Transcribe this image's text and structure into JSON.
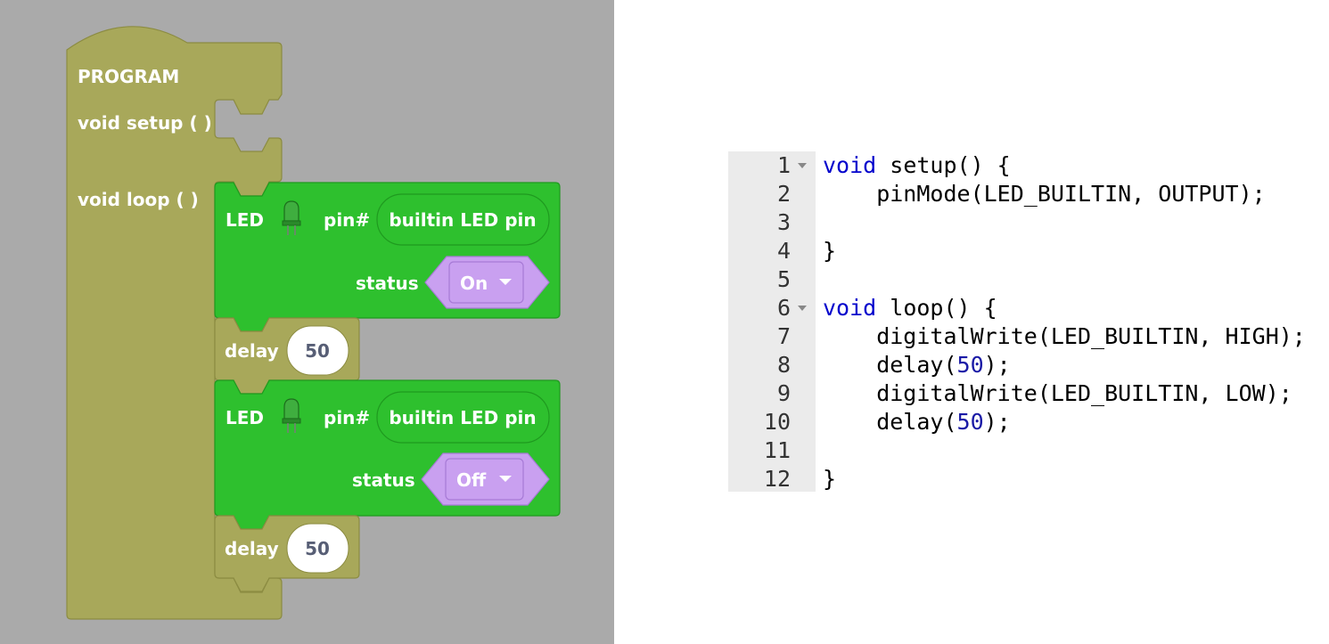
{
  "blocks": {
    "program_label": "PROGRAM",
    "setup_label": "void setup ( )",
    "loop_label": "void loop ( )",
    "led1": {
      "label": "LED",
      "pin_label": "pin#",
      "pin_value": "builtin LED pin",
      "status_label": "status",
      "status_value": "On"
    },
    "delay1": {
      "label": "delay",
      "value": "50"
    },
    "led2": {
      "label": "LED",
      "pin_label": "pin#",
      "pin_value": "builtin LED pin",
      "status_label": "status",
      "status_value": "Off"
    },
    "delay2": {
      "label": "delay",
      "value": "50"
    },
    "colors": {
      "workspace": "#aaaaaa",
      "program_block": "#a8a85a",
      "led_block": "#2ec02e",
      "dropdown": "#c9a0f0"
    },
    "icons": {
      "led": "led-bulb-icon",
      "dropdown": "caret-down-icon"
    }
  },
  "code_editor": {
    "lines": [
      {
        "num": "1",
        "fold": true,
        "parts": [
          [
            "kw",
            "void"
          ],
          [
            "t",
            " setup() {"
          ]
        ]
      },
      {
        "num": "2",
        "fold": false,
        "parts": [
          [
            "t",
            "    pinMode(LED_BUILTIN, OUTPUT);"
          ]
        ]
      },
      {
        "num": "3",
        "fold": false,
        "parts": []
      },
      {
        "num": "4",
        "fold": false,
        "parts": [
          [
            "t",
            "}"
          ]
        ]
      },
      {
        "num": "5",
        "fold": false,
        "parts": []
      },
      {
        "num": "6",
        "fold": true,
        "parts": [
          [
            "kw",
            "void"
          ],
          [
            "t",
            " loop() {"
          ]
        ]
      },
      {
        "num": "7",
        "fold": false,
        "parts": [
          [
            "t",
            "    digitalWrite(LED_BUILTIN, HIGH);"
          ]
        ]
      },
      {
        "num": "8",
        "fold": false,
        "parts": [
          [
            "t",
            "    delay("
          ],
          [
            "num",
            "50"
          ],
          [
            "t",
            ");"
          ]
        ]
      },
      {
        "num": "9",
        "fold": false,
        "parts": [
          [
            "t",
            "    digitalWrite(LED_BUILTIN, LOW);"
          ]
        ]
      },
      {
        "num": "10",
        "fold": false,
        "parts": [
          [
            "t",
            "    delay("
          ],
          [
            "num",
            "50"
          ],
          [
            "t",
            ");"
          ]
        ]
      },
      {
        "num": "11",
        "fold": false,
        "parts": []
      },
      {
        "num": "12",
        "fold": false,
        "parts": [
          [
            "t",
            "}"
          ]
        ]
      }
    ],
    "colors": {
      "keyword": "#0000cc",
      "number": "#1a1aa6",
      "gutter": "#ebebeb"
    }
  }
}
